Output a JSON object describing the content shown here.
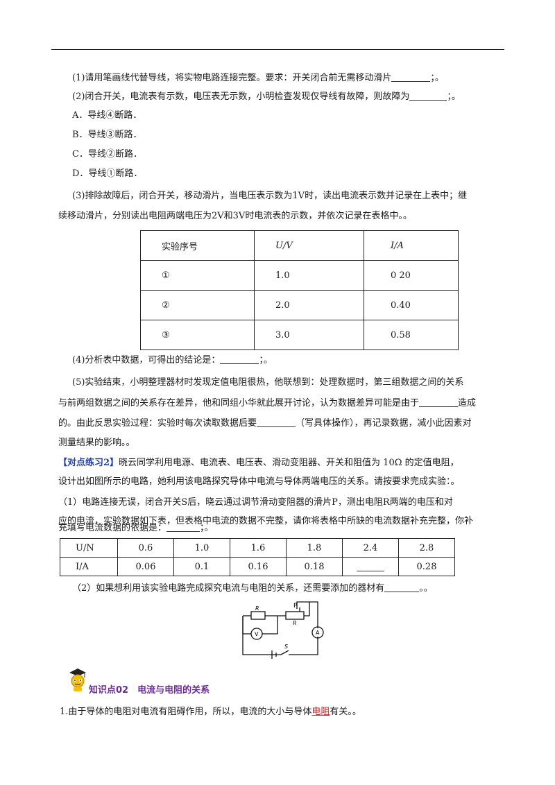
{
  "questions": {
    "q1": "(1)请用笔画线代替导线，将实物电路连接完整。要求：开关闭合前无需移动滑片",
    "q1_end": "；。",
    "q2": "(2)闭合开关，电流表有示数，电压表无示数，小明检查发现仅导线有故障，则故障为",
    "q2_end": "；。",
    "opt_a": "A．导线④断路．",
    "opt_b": "B．导线③断路．",
    "opt_c": "C．导线②断路．",
    "opt_d": "D．导线①断路．",
    "q3_l1": "(3)排除故障后，闭合开关，移动滑片，当电压表示数为1V时，读出电流表示数并记录在上表中；继",
    "q3_l2": "续移动滑片，分别读出电阻两端电压为2V和3V时电流表的示数，并依次记录在表格中。。",
    "q4": "(4)分析表中数据，可得出的结论是：",
    "q4_end": "；。",
    "q5_l1": "(5)实验结束，小明整理器材时发现定值电阻很热，他联想到：处理数据时，第三组数据之间的关系",
    "q5_l2a": "与前两组数据之间的关系存在差异，他和同组小华就此展开讨论，认为数据差异可能是由于",
    "q5_l2b": "造成",
    "q5_l3a": "的。由此反思实验过程：实验时每次读取数据后要",
    "q5_l3b": "（写具体操作），再记录数据，减小此因素对",
    "q5_l4": "测量结果的影响。。"
  },
  "table1": {
    "headers": [
      "实验序号",
      "U/V",
      "I/A"
    ],
    "rows": [
      [
        "①",
        "1.0",
        "0 20"
      ],
      [
        "②",
        "2.0",
        "0.40"
      ],
      [
        "③",
        "3.0",
        "0.58"
      ]
    ]
  },
  "practice": {
    "tag": "【对点练习2】",
    "intro_l1": "晓云同学利用电源、电流表、电压表、滑动变阻器、开关和阻值为 10Ω 的定值电阻，",
    "intro_l2": "设计出如图所示的电路，她利用该电路探究导体中电流与导体两端电压的关系。请按要求完成实验：。",
    "p1_l1": "（1）电路连接无误，闭合开关S后，晓云通过调节滑动变阻器的滑片P，测出电阻R两端的电压和对",
    "p1_l2": "应的电流，实验数据如下表，但表格中电流的数据不完整，请你将表格中所缺的电流数据补充完整，你补",
    "p1_l3": "充填写电流数据的依据是：",
    "p1_l3_end": "；。",
    "p2": "（2）如果想利用该实验电路完成探究电流与电阻的关系，还需要添加的器材有",
    "p2_end": "。。"
  },
  "table2": {
    "row1": [
      "U/N",
      "0.6",
      "1.0",
      "1.6",
      "1.8",
      "2.4",
      "2.8"
    ],
    "row2": [
      "I/A",
      "0.06",
      "0.1",
      "0.16",
      "0.18",
      "",
      "0.28"
    ]
  },
  "circuit": {
    "p": "P",
    "r1": "R",
    "r2": "R",
    "v": "V",
    "a": "A",
    "s": "S"
  },
  "knowledge": {
    "heading": "知识点02　电流与电阻的关系",
    "item1a": "1.由于导体的电阻对电流有阻碍作用，所以，电流的大小与导体",
    "item1_answer": "电阻",
    "item1b": "有关。。"
  }
}
